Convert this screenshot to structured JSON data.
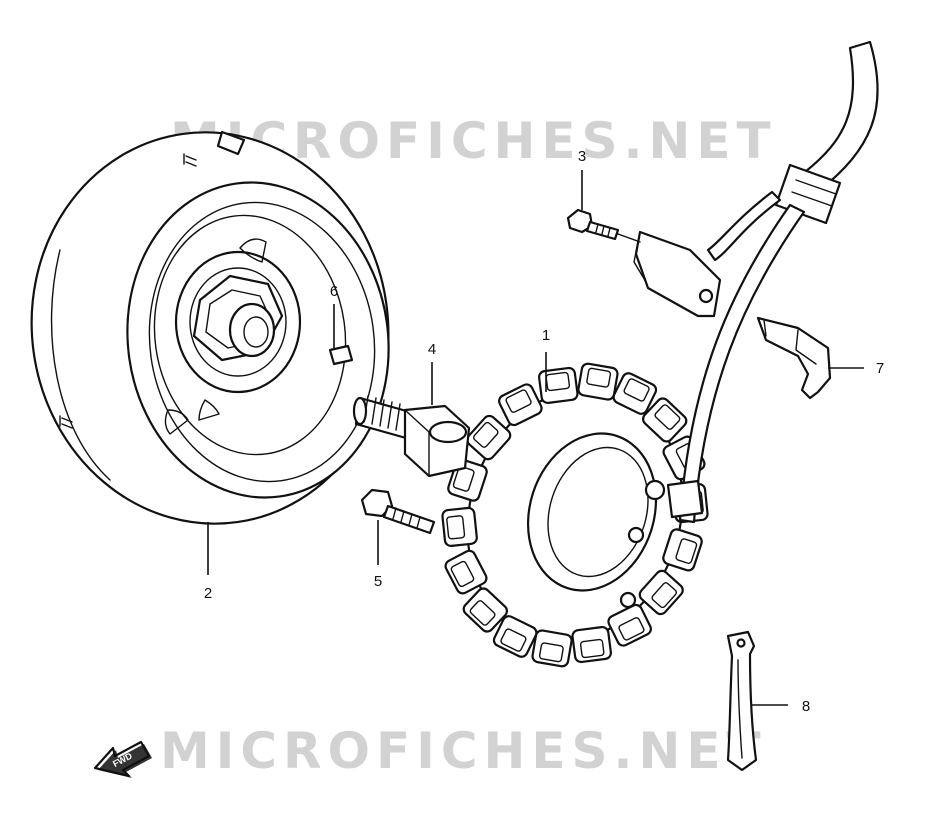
{
  "watermark": {
    "text": "MICROFICHES.NET",
    "color": "#c8c8c8"
  },
  "fwd_label": "FWD",
  "callouts": [
    {
      "id": "1",
      "label": "1"
    },
    {
      "id": "2",
      "label": "2"
    },
    {
      "id": "3",
      "label": "3"
    },
    {
      "id": "4",
      "label": "4"
    },
    {
      "id": "5",
      "label": "5"
    },
    {
      "id": "6",
      "label": "6"
    },
    {
      "id": "7",
      "label": "7"
    },
    {
      "id": "8",
      "label": "8"
    }
  ],
  "colors": {
    "line": "#111111",
    "background": "#ffffff"
  }
}
